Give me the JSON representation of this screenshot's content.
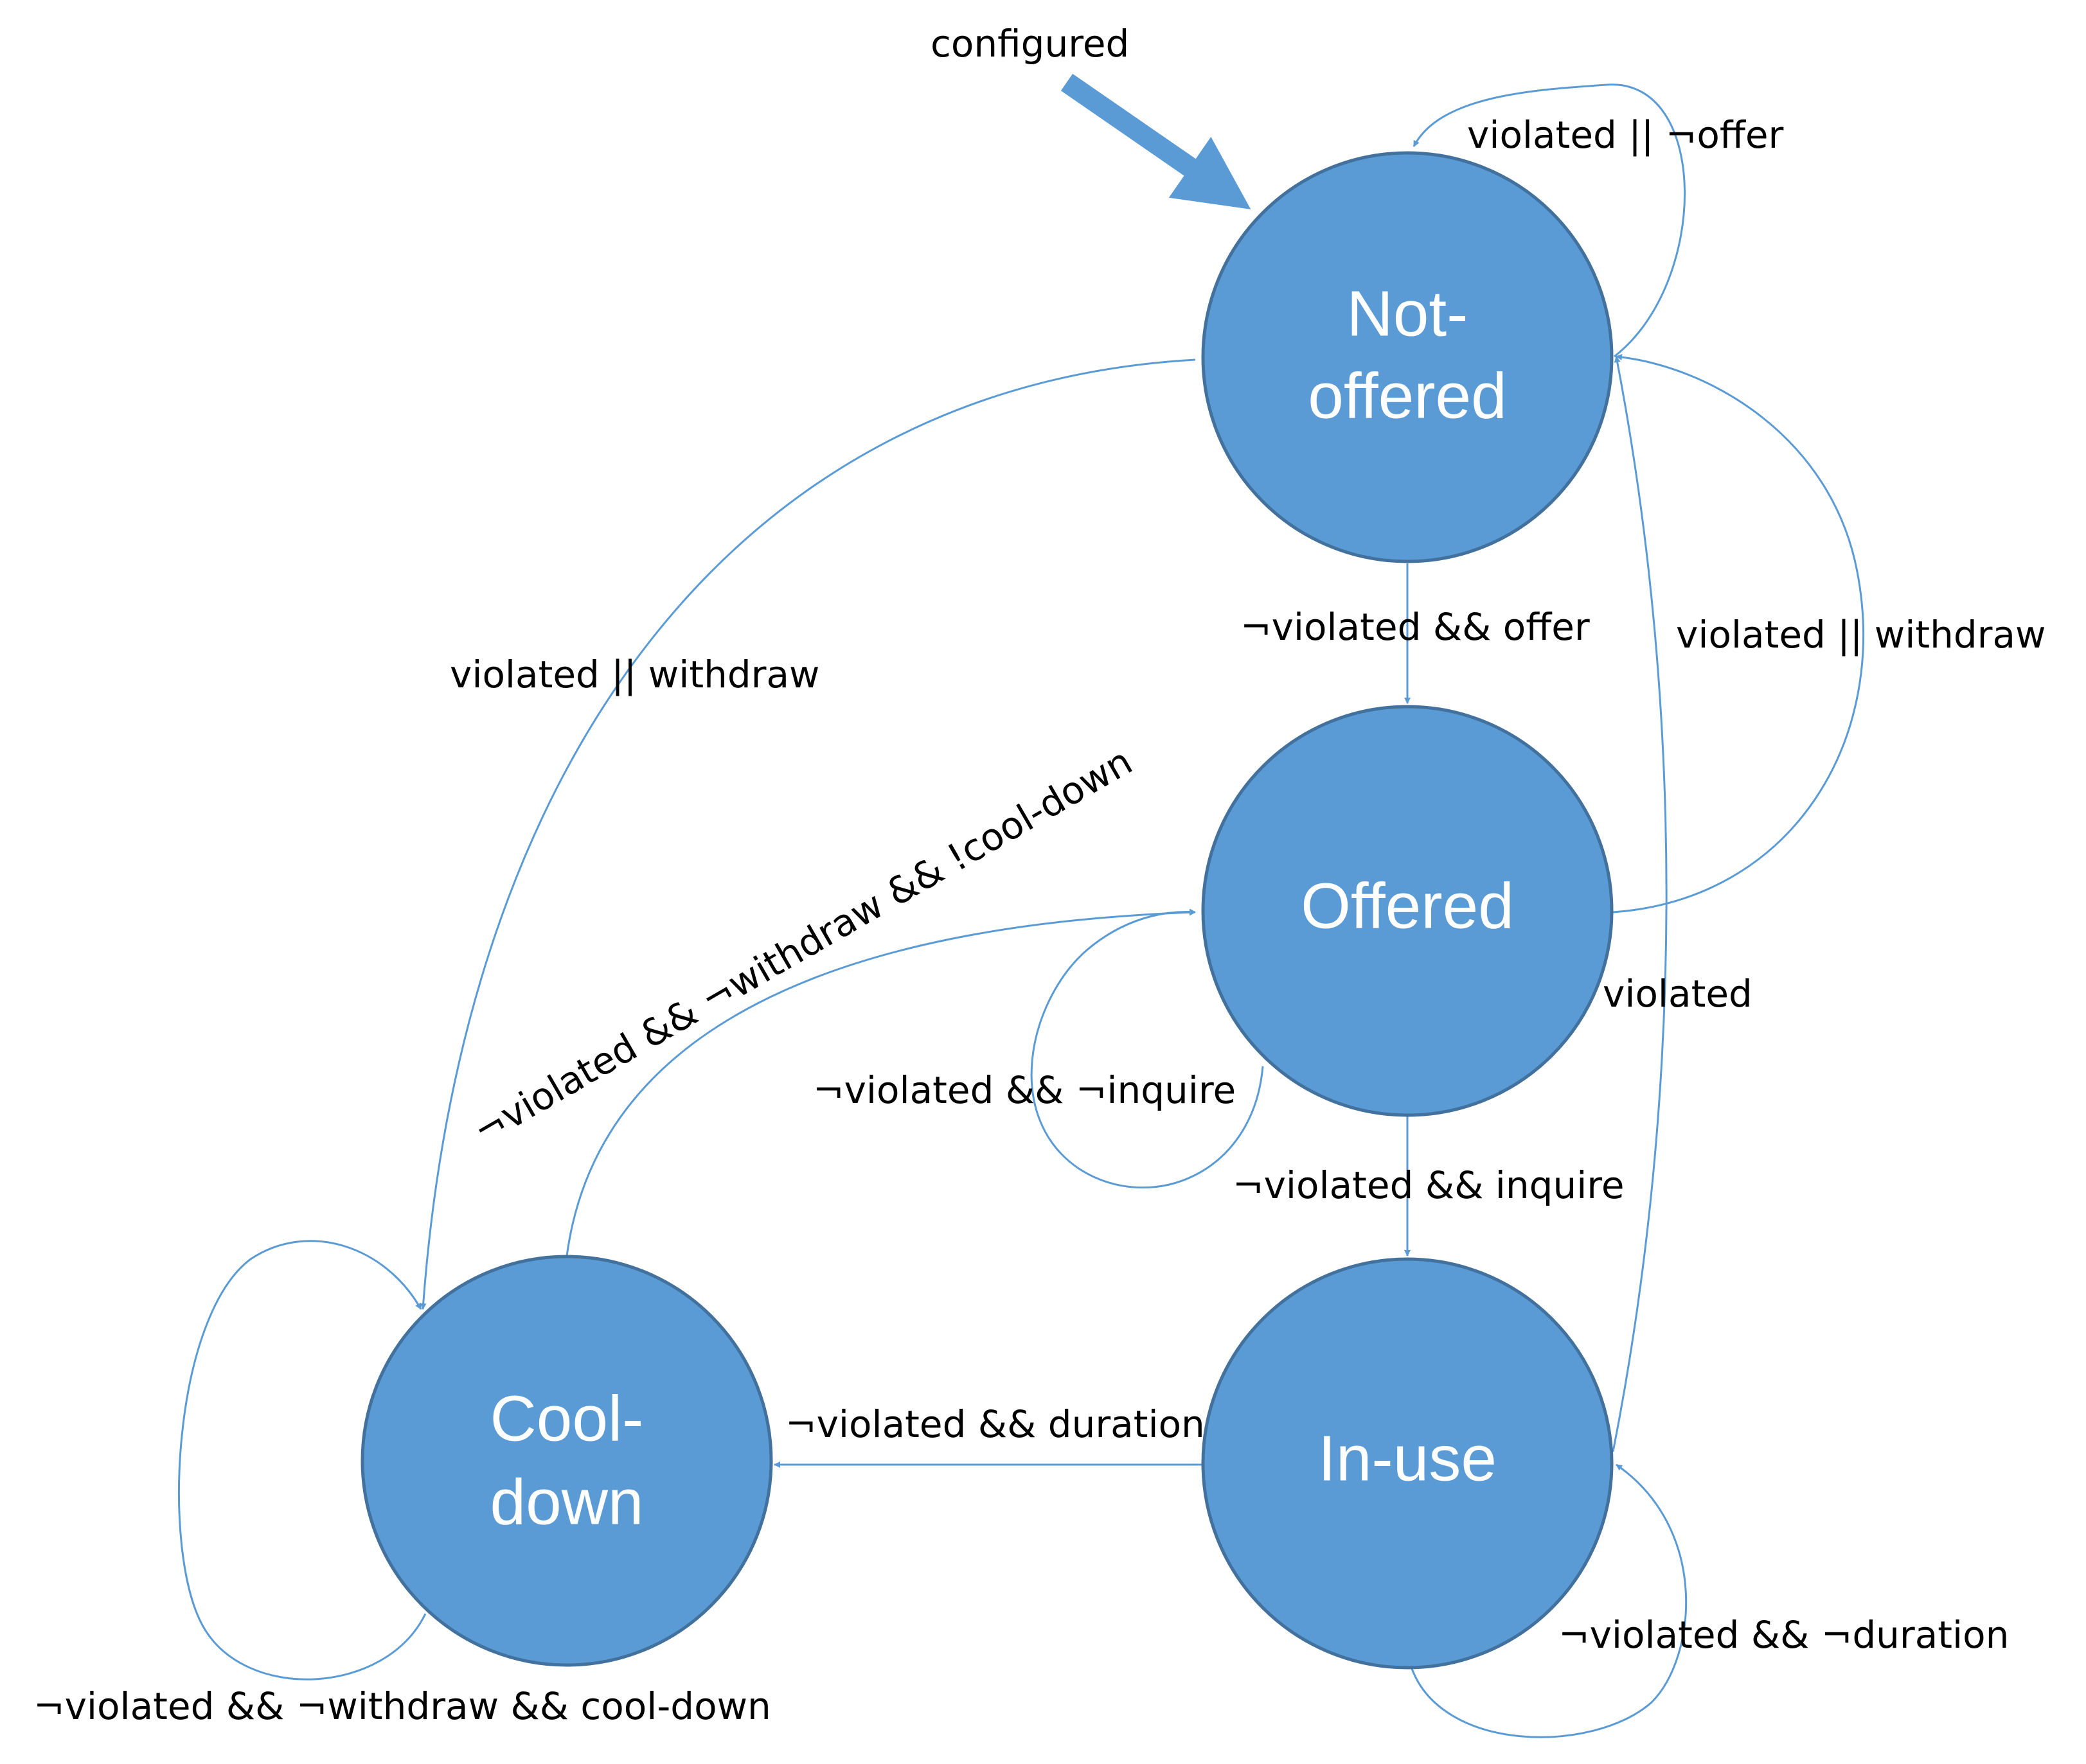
{
  "states": {
    "not_offered": {
      "line1": "Not-",
      "line2": "offered"
    },
    "offered": {
      "label": "Offered"
    },
    "in_use": {
      "label": "In-use"
    },
    "cool_down": {
      "line1": "Cool-",
      "line2": "down"
    }
  },
  "initial": {
    "label": "configured"
  },
  "edges": {
    "not_offered_self": "violated || ¬offer",
    "not_offered_to_offered": "¬violated && offer",
    "offered_to_not_offered": "violated || withdraw",
    "cool_down_to_not_offered": "violated || withdraw",
    "cool_down_to_offered": "¬violated && ¬withdraw && !cool-down",
    "offered_self": "¬violated && ¬inquire",
    "in_use_to_not_offered": "violated",
    "offered_to_in_use": "¬violated && inquire",
    "in_use_to_cool_down": "¬violated && duration",
    "in_use_self": "¬violated && ¬duration",
    "cool_down_self": "¬violated && ¬withdraw && cool-down"
  },
  "colors": {
    "state_fill": "#5b9bd5",
    "state_stroke": "#41719c",
    "edge": "#5b9bd5"
  }
}
